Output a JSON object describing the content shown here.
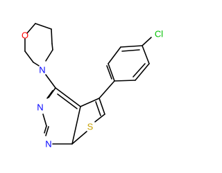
{
  "molecule": {
    "atoms": {
      "morpholine_o": {
        "symbol": "O",
        "color": "#ff0000"
      },
      "morpholine_n": {
        "symbol": "N",
        "color": "#0000ff"
      },
      "pyrimidine_n3": {
        "symbol": "N",
        "color": "#0000ff"
      },
      "pyrimidine_n1": {
        "symbol": "N",
        "color": "#0000ff"
      },
      "thiophene_s": {
        "symbol": "S",
        "color": "#c8a000"
      },
      "chloro": {
        "symbol": "Cl",
        "color": "#00c000"
      }
    }
  }
}
